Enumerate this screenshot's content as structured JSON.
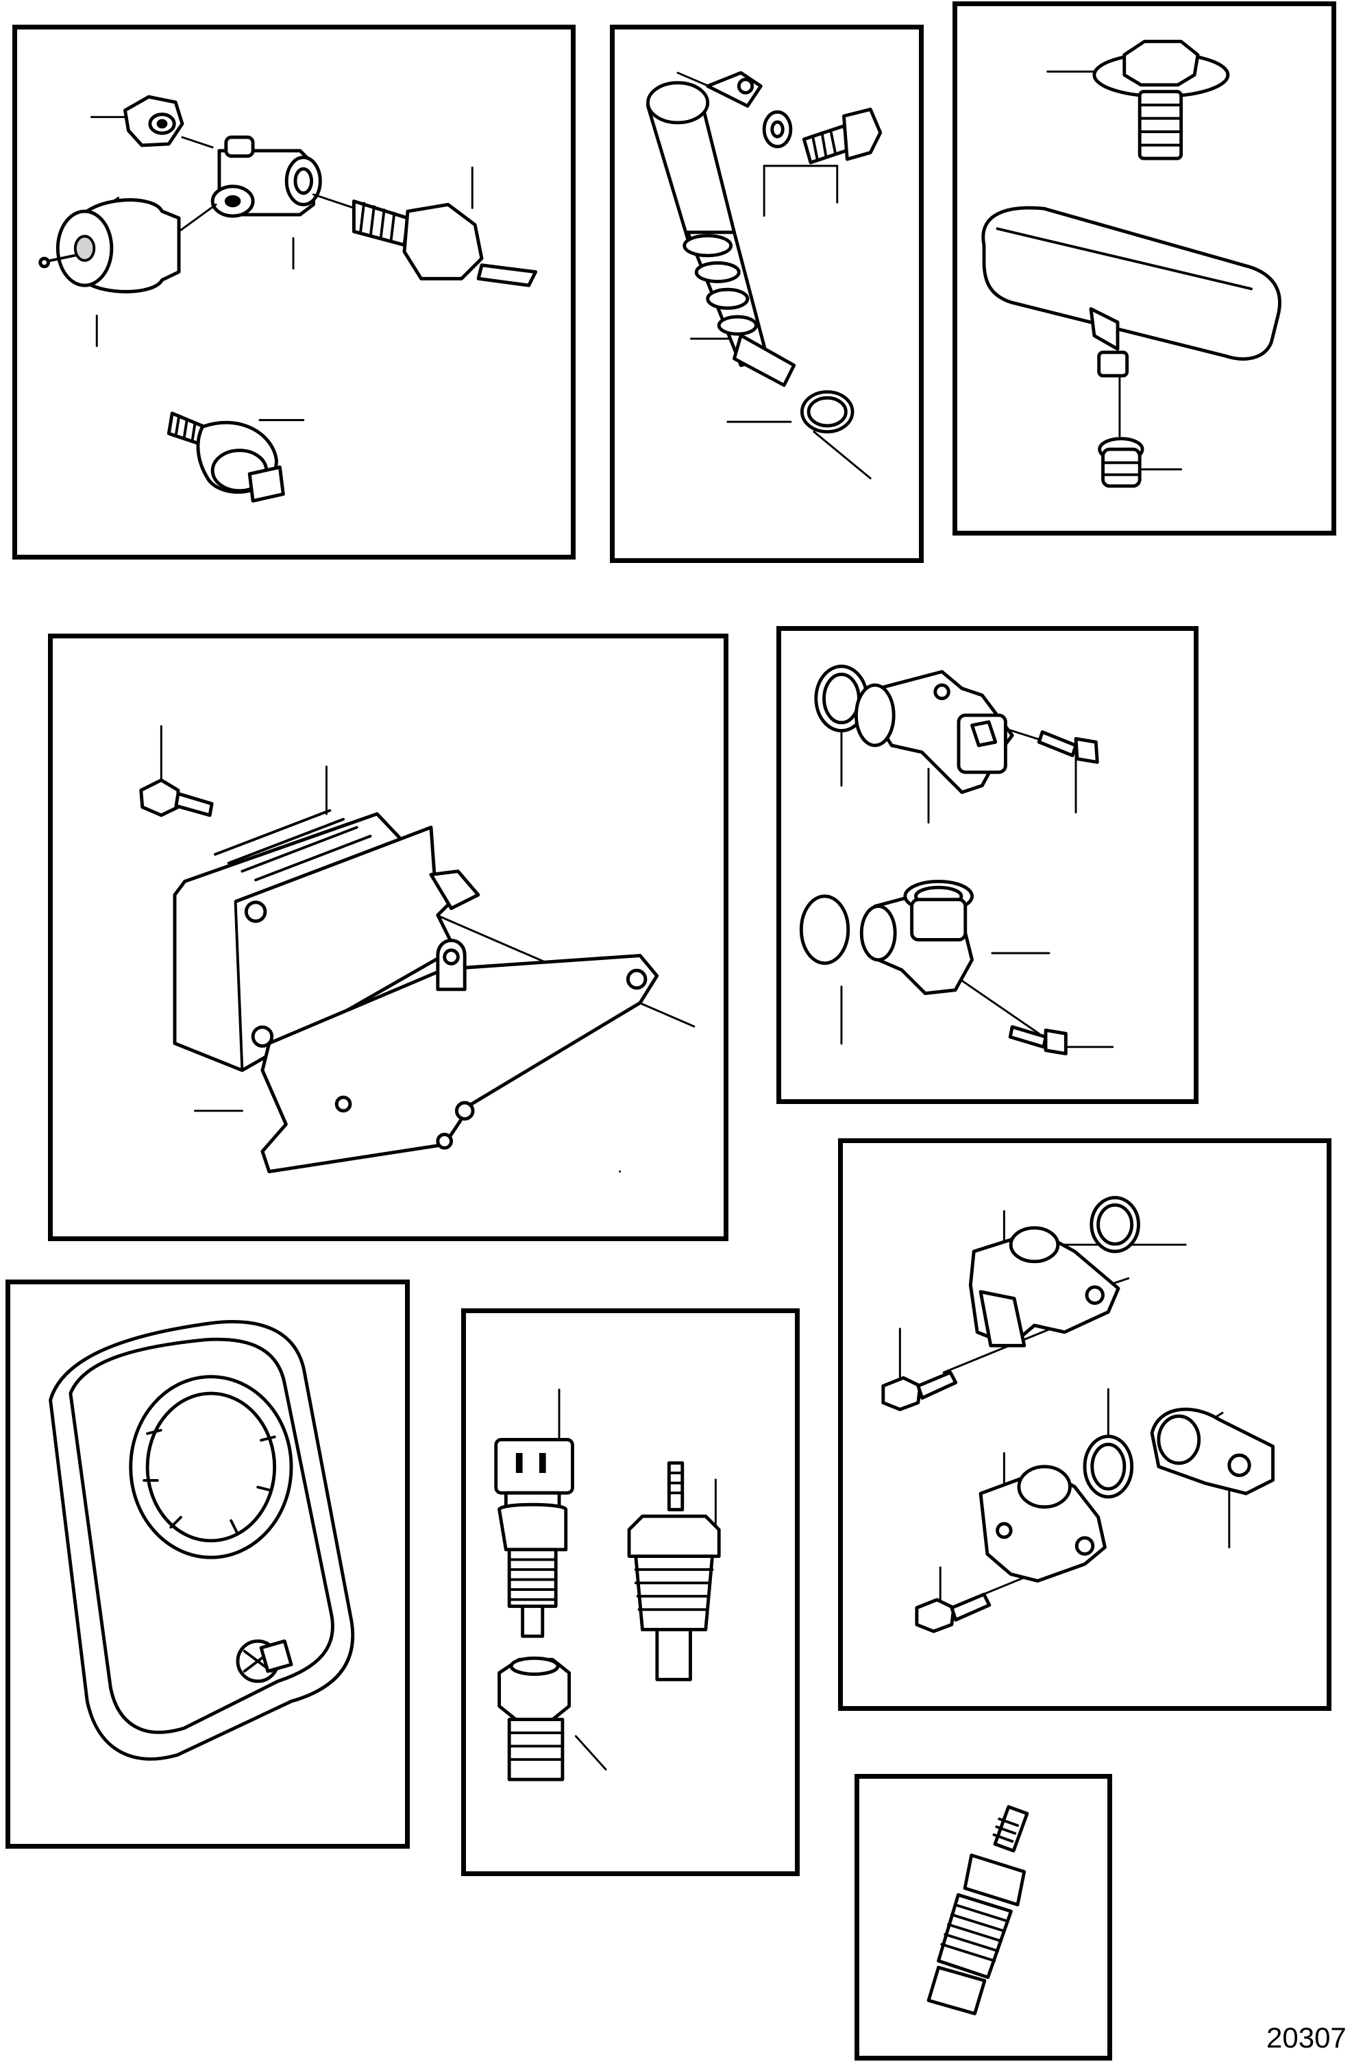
{
  "figure": {
    "number": "20307",
    "panels": [
      "pressure-sensor-assembly",
      "level-sensor",
      "map-sensor",
      "control-module-bracket",
      "position-sensors",
      "camshaft-sensors",
      "air-filter",
      "temperature-senders",
      "spark-plug"
    ]
  },
  "colors": {
    "ink": "#000000",
    "paper": "#ffffff",
    "shade": "#d4d4d4"
  }
}
